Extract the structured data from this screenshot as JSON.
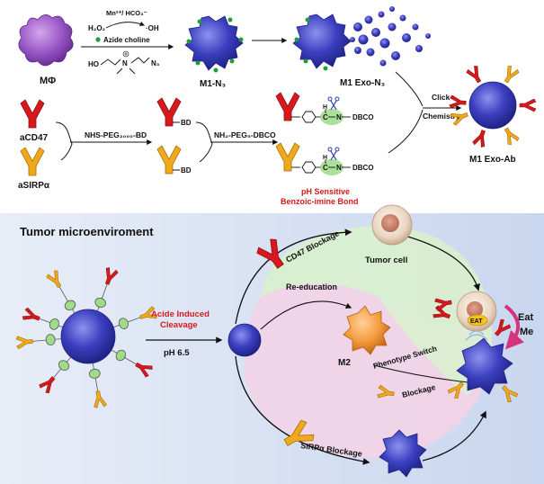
{
  "top": {
    "mphi_label": "MΦ",
    "reagent_line1": "Mn²⁺/ HCO₃⁻",
    "h2o2": "H₂O₂",
    "oh": "·OH",
    "azide_choline": "Azide choline",
    "choline_ho": "HO",
    "choline_n": "N",
    "choline_n3": "N₃",
    "m1n3_label": "M1-N₃",
    "m1exon3_label": "M1 Exo-N₃",
    "acd47_label": "aCD47",
    "asirpa_label": "aSIRPα",
    "nhs_peg": "NHS-PEG₂₀₀₀-BD",
    "bd1": "BD",
    "bd2": "BD",
    "nh2_peg": "NH₂-PEG₅-DBCO",
    "cn_c1": "C",
    "cn_n1": "N",
    "cn_c2": "C",
    "cn_n2": "N",
    "dbco1": "DBCO",
    "dbco2": "DBCO",
    "h1": "H",
    "h2": "H",
    "ph_sensitive_1": "pH Sensitive",
    "ph_sensitive_2": "Benzoic-imine Bond",
    "click_1": "Click",
    "click_2": "Chemistry",
    "m1exoab_label": "M1 Exo-Ab"
  },
  "bottom": {
    "title": "Tumor microenviroment",
    "acid_1": "Acide Induced",
    "acid_2": "Cleavage",
    "ph": "pH 6.5",
    "cd47_blockage": "CD47 Blockage",
    "tumor_cell": "Tumor cell",
    "re_education": "Re-education",
    "m2": "M2",
    "phenotype_switch": "Phenotype Switch",
    "blockage": "Blockage",
    "sirpa_blockage": "SIRPα Blockage",
    "eat": "EAT",
    "eat_me_1": "Eat",
    "eat_me_2": "Me"
  },
  "colors": {
    "macrophage_purple": "#9b59c7",
    "exosome_blue": "#3b3fbf",
    "antibody_red": "#d7191c",
    "antibody_yellow": "#f0a91c",
    "m2_orange": "#f39a3c",
    "green_region": "#d9efcf",
    "pink_region": "#f1d3e6",
    "tme_bg": "#dde6f5",
    "eat_me_arrow": "#d6337f"
  }
}
